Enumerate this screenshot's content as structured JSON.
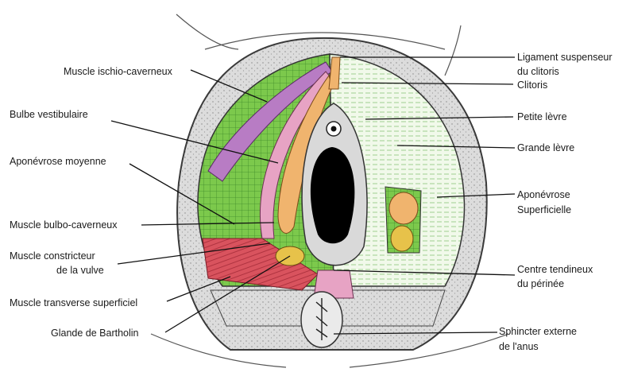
{
  "labels": {
    "left": {
      "ischio_caverneux": "Muscle ischio-caverneux",
      "bulbe_vestibulaire": "Bulbe vestibulaire",
      "aponevrose_moyenne": "Aponévrose moyenne",
      "bulbo_caverneux": "Muscle bulbo-caverneux",
      "constricteur_l1": "Muscle constricteur",
      "constricteur_l2": "de la vulve",
      "transverse": "Muscle transverse superficiel",
      "bartholin": "Glande de Bartholin"
    },
    "right": {
      "ligament_l1": "Ligament suspenseur",
      "ligament_l2": "du clitoris",
      "clitoris": "Clitoris",
      "petite_levre": "Petite lèvre",
      "grande_levre": "Grande lèvre",
      "aponevrose_sup_l1": "Aponévrose",
      "aponevrose_sup_l2": "Superficielle",
      "centre_l1": "Centre tendineux",
      "centre_l2": "du périnée",
      "sphincter_l1": "Sphincter externe",
      "sphincter_l2": "de l'anus"
    }
  },
  "colors": {
    "outline": "#3a3a3a",
    "skin": "#d6d6d6",
    "fascia_green": "#74c447",
    "fascia_light": "#e8f5df",
    "muscle_red": "#d9535e",
    "muscle_purple": "#b87cc4",
    "muscle_pink": "#e7a3c4",
    "bulb_orange": "#f0b46e",
    "gland_yellow": "#e7c24a",
    "opening": "#000000"
  }
}
